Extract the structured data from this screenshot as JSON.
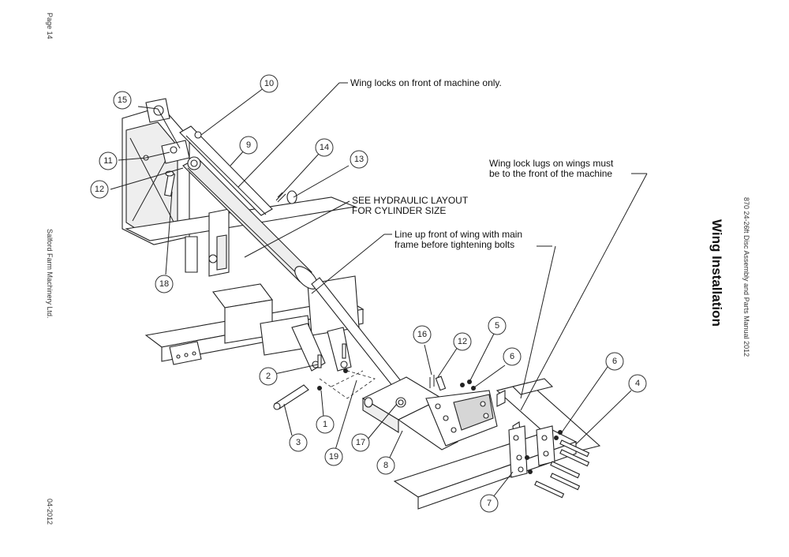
{
  "header": {
    "page_label": "Page 14",
    "company": "Salford Farm Machinery Ltd.",
    "date": "04-2012"
  },
  "right_side": {
    "section_title": "Wing Installation",
    "manual_title": "870 24-26ft Disc Assembly and Parts Manual 2012"
  },
  "notes": {
    "wing_locks": "Wing locks on front of machine only.",
    "wing_lugs_line1": "Wing lock lugs on wings must",
    "wing_lugs_line2": "be to the front of the machine",
    "hydraulic_line1": "SEE HYDRAULIC LAYOUT",
    "hydraulic_line2": "FOR CYLINDER SIZE",
    "lineup_line1": "Line up front of wing with main",
    "lineup_line2": "frame before tightening bolts"
  },
  "callouts": [
    "10",
    "15",
    "9",
    "14",
    "13",
    "11",
    "12",
    "18",
    "16",
    "12",
    "5",
    "6",
    "2",
    "1",
    "3",
    "19",
    "17",
    "8",
    "6",
    "4",
    "7"
  ]
}
